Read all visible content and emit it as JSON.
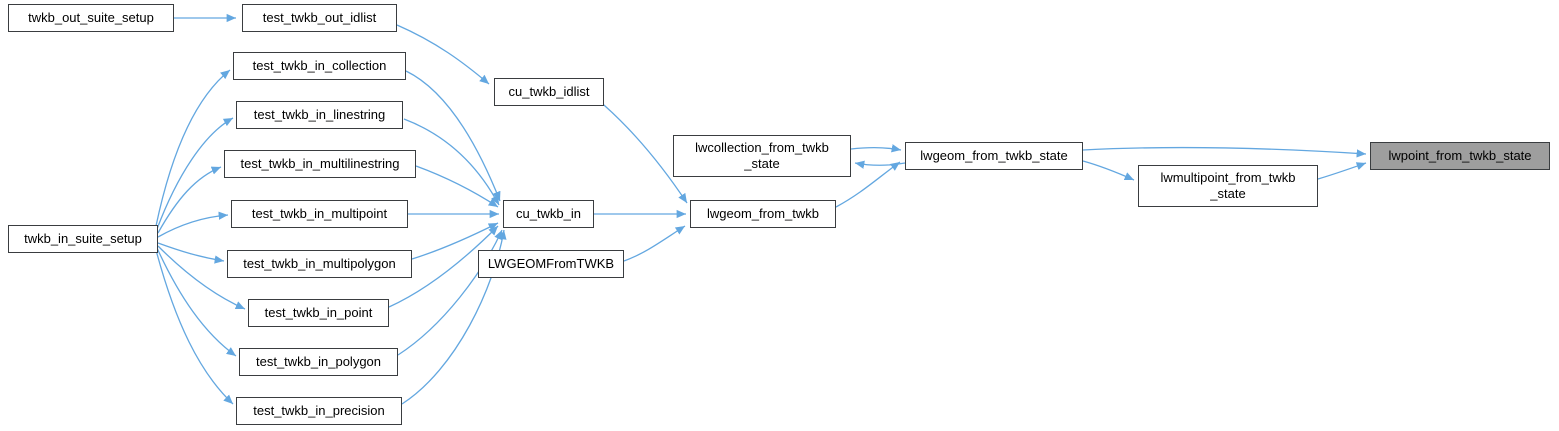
{
  "diagram": {
    "type": "call-graph",
    "description": "Doxygen caller graph for lwpoint_from_twkb_state",
    "colors": {
      "edge": "#63a7e0",
      "node_border": "#3a3d40",
      "node_bg": "#ffffff",
      "highlight_bg": "#9e9e9e",
      "background": "#ffffff",
      "text": "#000000"
    },
    "nodes": [
      {
        "id": "twkb_out_suite_setup",
        "label": "twkb_out_suite_setup",
        "highlighted": false
      },
      {
        "id": "test_twkb_out_idlist",
        "label": "test_twkb_out_idlist",
        "highlighted": false
      },
      {
        "id": "cu_twkb_idlist",
        "label": "cu_twkb_idlist",
        "highlighted": false
      },
      {
        "id": "twkb_in_suite_setup",
        "label": "twkb_in_suite_setup",
        "highlighted": false
      },
      {
        "id": "test_twkb_in_collection",
        "label": "test_twkb_in_collection",
        "highlighted": false
      },
      {
        "id": "test_twkb_in_linestring",
        "label": "test_twkb_in_linestring",
        "highlighted": false
      },
      {
        "id": "test_twkb_in_multilinestring",
        "label": "test_twkb_in_multilinestring",
        "highlighted": false
      },
      {
        "id": "test_twkb_in_multipoint",
        "label": "test_twkb_in_multipoint",
        "highlighted": false
      },
      {
        "id": "test_twkb_in_multipolygon",
        "label": "test_twkb_in_multipolygon",
        "highlighted": false
      },
      {
        "id": "test_twkb_in_point",
        "label": "test_twkb_in_point",
        "highlighted": false
      },
      {
        "id": "test_twkb_in_polygon",
        "label": "test_twkb_in_polygon",
        "highlighted": false
      },
      {
        "id": "test_twkb_in_precision",
        "label": "test_twkb_in_precision",
        "highlighted": false
      },
      {
        "id": "cu_twkb_in",
        "label": "cu_twkb_in",
        "highlighted": false
      },
      {
        "id": "LWGEOMFromTWKB",
        "label": "LWGEOMFromTWKB",
        "highlighted": false
      },
      {
        "id": "lwgeom_from_twkb",
        "label": "lwgeom_from_twkb",
        "highlighted": false
      },
      {
        "id": "lwcollection_from_twkb_state",
        "label": "lwcollection_from_twkb\n_state",
        "highlighted": false
      },
      {
        "id": "lwgeom_from_twkb_state",
        "label": "lwgeom_from_twkb_state",
        "highlighted": false
      },
      {
        "id": "lwmultipoint_from_twkb_state",
        "label": "lwmultipoint_from_twkb\n_state",
        "highlighted": false
      },
      {
        "id": "lwpoint_from_twkb_state",
        "label": "lwpoint_from_twkb_state",
        "highlighted": true
      }
    ],
    "edges": [
      {
        "from": "twkb_out_suite_setup",
        "to": "test_twkb_out_idlist"
      },
      {
        "from": "test_twkb_out_idlist",
        "to": "cu_twkb_idlist"
      },
      {
        "from": "cu_twkb_idlist",
        "to": "lwgeom_from_twkb"
      },
      {
        "from": "twkb_in_suite_setup",
        "to": "test_twkb_in_collection"
      },
      {
        "from": "twkb_in_suite_setup",
        "to": "test_twkb_in_linestring"
      },
      {
        "from": "twkb_in_suite_setup",
        "to": "test_twkb_in_multilinestring"
      },
      {
        "from": "twkb_in_suite_setup",
        "to": "test_twkb_in_multipoint"
      },
      {
        "from": "twkb_in_suite_setup",
        "to": "test_twkb_in_multipolygon"
      },
      {
        "from": "twkb_in_suite_setup",
        "to": "test_twkb_in_point"
      },
      {
        "from": "twkb_in_suite_setup",
        "to": "test_twkb_in_polygon"
      },
      {
        "from": "twkb_in_suite_setup",
        "to": "test_twkb_in_precision"
      },
      {
        "from": "test_twkb_in_collection",
        "to": "cu_twkb_in"
      },
      {
        "from": "test_twkb_in_linestring",
        "to": "cu_twkb_in"
      },
      {
        "from": "test_twkb_in_multilinestring",
        "to": "cu_twkb_in"
      },
      {
        "from": "test_twkb_in_multipoint",
        "to": "cu_twkb_in"
      },
      {
        "from": "test_twkb_in_multipolygon",
        "to": "cu_twkb_in"
      },
      {
        "from": "test_twkb_in_point",
        "to": "cu_twkb_in"
      },
      {
        "from": "test_twkb_in_polygon",
        "to": "cu_twkb_in"
      },
      {
        "from": "test_twkb_in_precision",
        "to": "cu_twkb_in"
      },
      {
        "from": "cu_twkb_in",
        "to": "lwgeom_from_twkb"
      },
      {
        "from": "LWGEOMFromTWKB",
        "to": "lwgeom_from_twkb"
      },
      {
        "from": "lwgeom_from_twkb",
        "to": "lwgeom_from_twkb_state"
      },
      {
        "from": "lwcollection_from_twkb_state",
        "to": "lwgeom_from_twkb_state"
      },
      {
        "from": "lwgeom_from_twkb_state",
        "to": "lwcollection_from_twkb_state"
      },
      {
        "from": "lwgeom_from_twkb_state",
        "to": "lwpoint_from_twkb_state"
      },
      {
        "from": "lwgeom_from_twkb_state",
        "to": "lwmultipoint_from_twkb_state"
      },
      {
        "from": "lwmultipoint_from_twkb_state",
        "to": "lwpoint_from_twkb_state"
      }
    ]
  }
}
